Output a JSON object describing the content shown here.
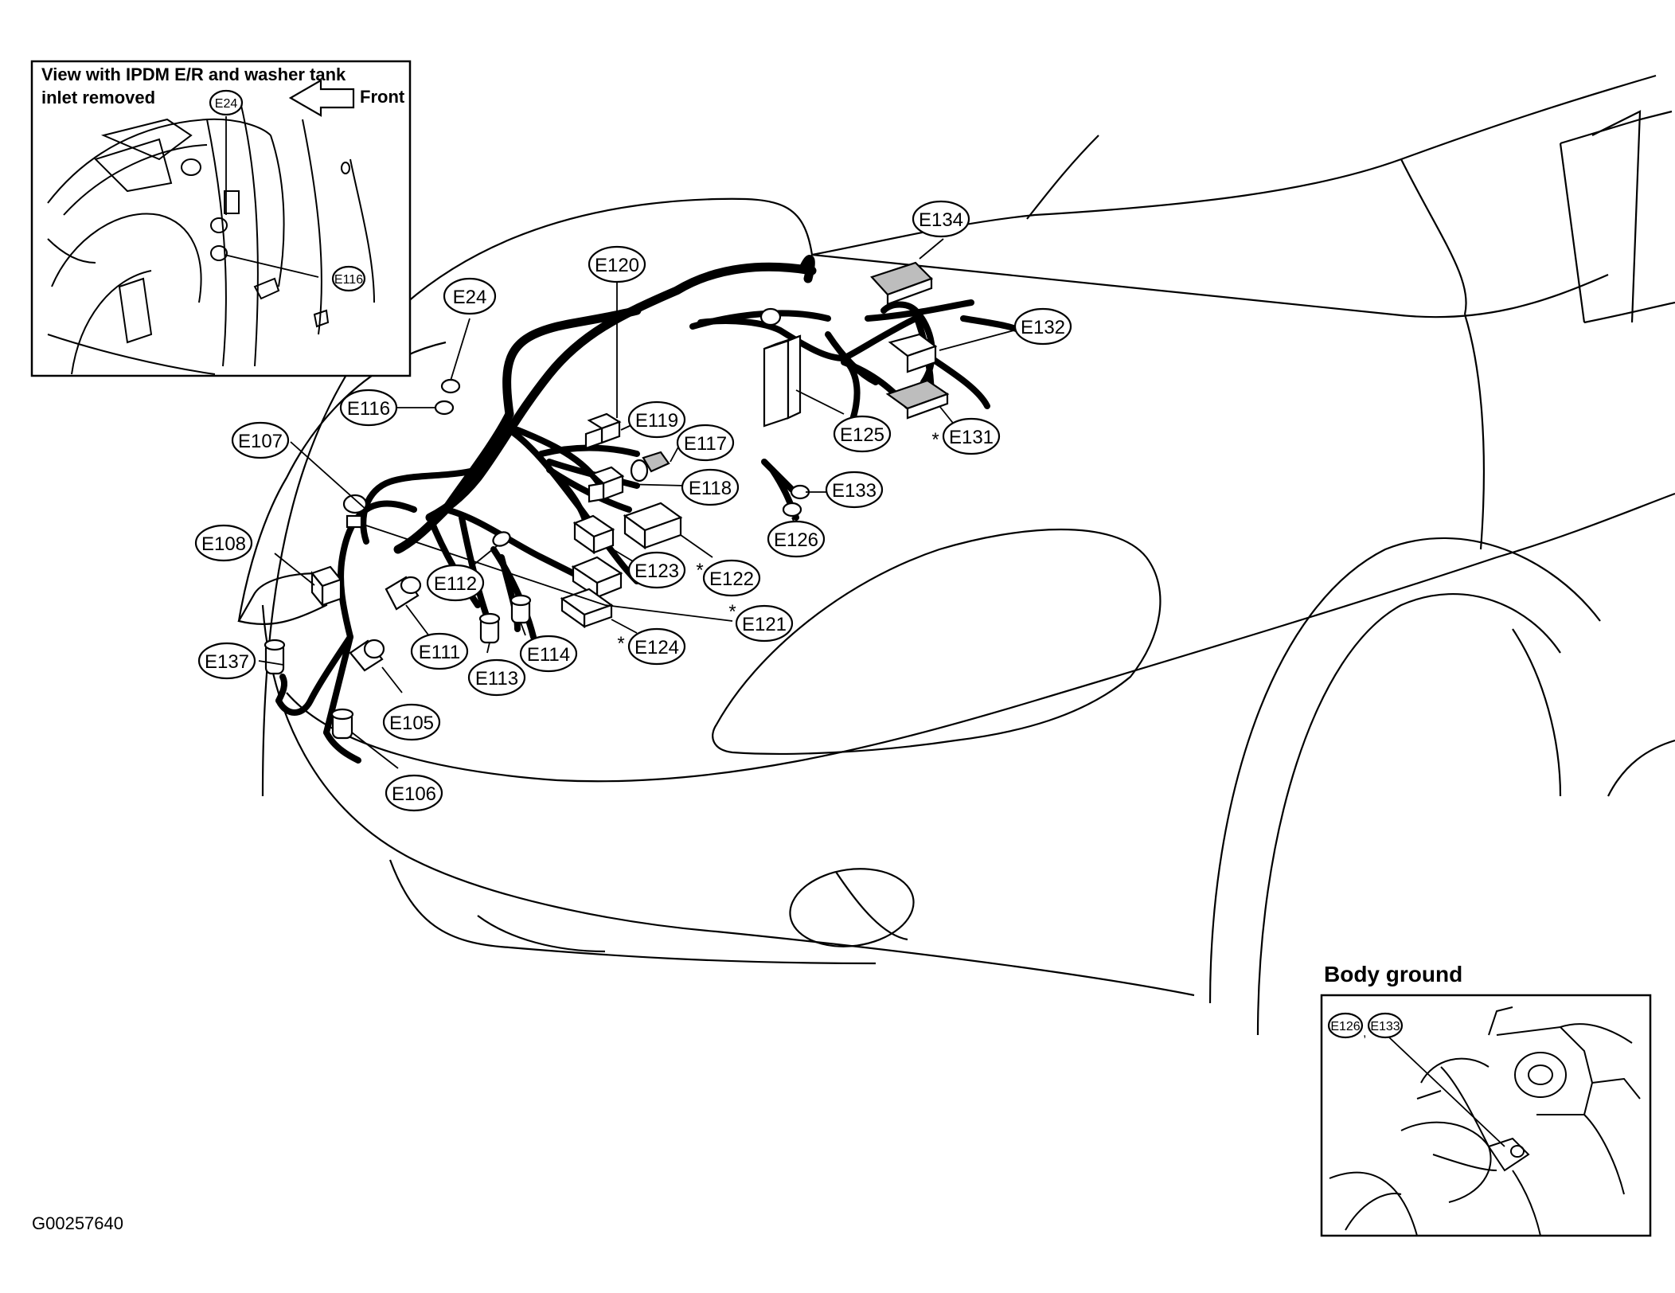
{
  "inset_top": {
    "caption_line1": "View with IPDM E/R and washer tank",
    "caption_line2": "inlet removed",
    "direction_label": "Front",
    "callouts": [
      "E24",
      "E116"
    ]
  },
  "inset_bottom": {
    "title": "Body ground",
    "callouts": [
      "E126",
      "E133"
    ],
    "separator": ","
  },
  "connectors": [
    {
      "id": "E134",
      "star": false
    },
    {
      "id": "E132",
      "star": false
    },
    {
      "id": "E131",
      "star": true
    },
    {
      "id": "E120",
      "star": false
    },
    {
      "id": "E24",
      "star": false
    },
    {
      "id": "E116",
      "star": false
    },
    {
      "id": "E119",
      "star": false
    },
    {
      "id": "E117",
      "star": false
    },
    {
      "id": "E118",
      "star": false
    },
    {
      "id": "E125",
      "star": false
    },
    {
      "id": "E133",
      "star": false
    },
    {
      "id": "E126",
      "star": false
    },
    {
      "id": "E107",
      "star": false
    },
    {
      "id": "E108",
      "star": false
    },
    {
      "id": "E112",
      "star": false
    },
    {
      "id": "E123",
      "star": false
    },
    {
      "id": "E122",
      "star": true
    },
    {
      "id": "E121",
      "star": true
    },
    {
      "id": "E124",
      "star": true
    },
    {
      "id": "E111",
      "star": false
    },
    {
      "id": "E113",
      "star": false
    },
    {
      "id": "E114",
      "star": false
    },
    {
      "id": "E137",
      "star": false
    },
    {
      "id": "E105",
      "star": false
    },
    {
      "id": "E106",
      "star": false
    }
  ],
  "star_symbol": "*",
  "figure_code": "G00257640"
}
